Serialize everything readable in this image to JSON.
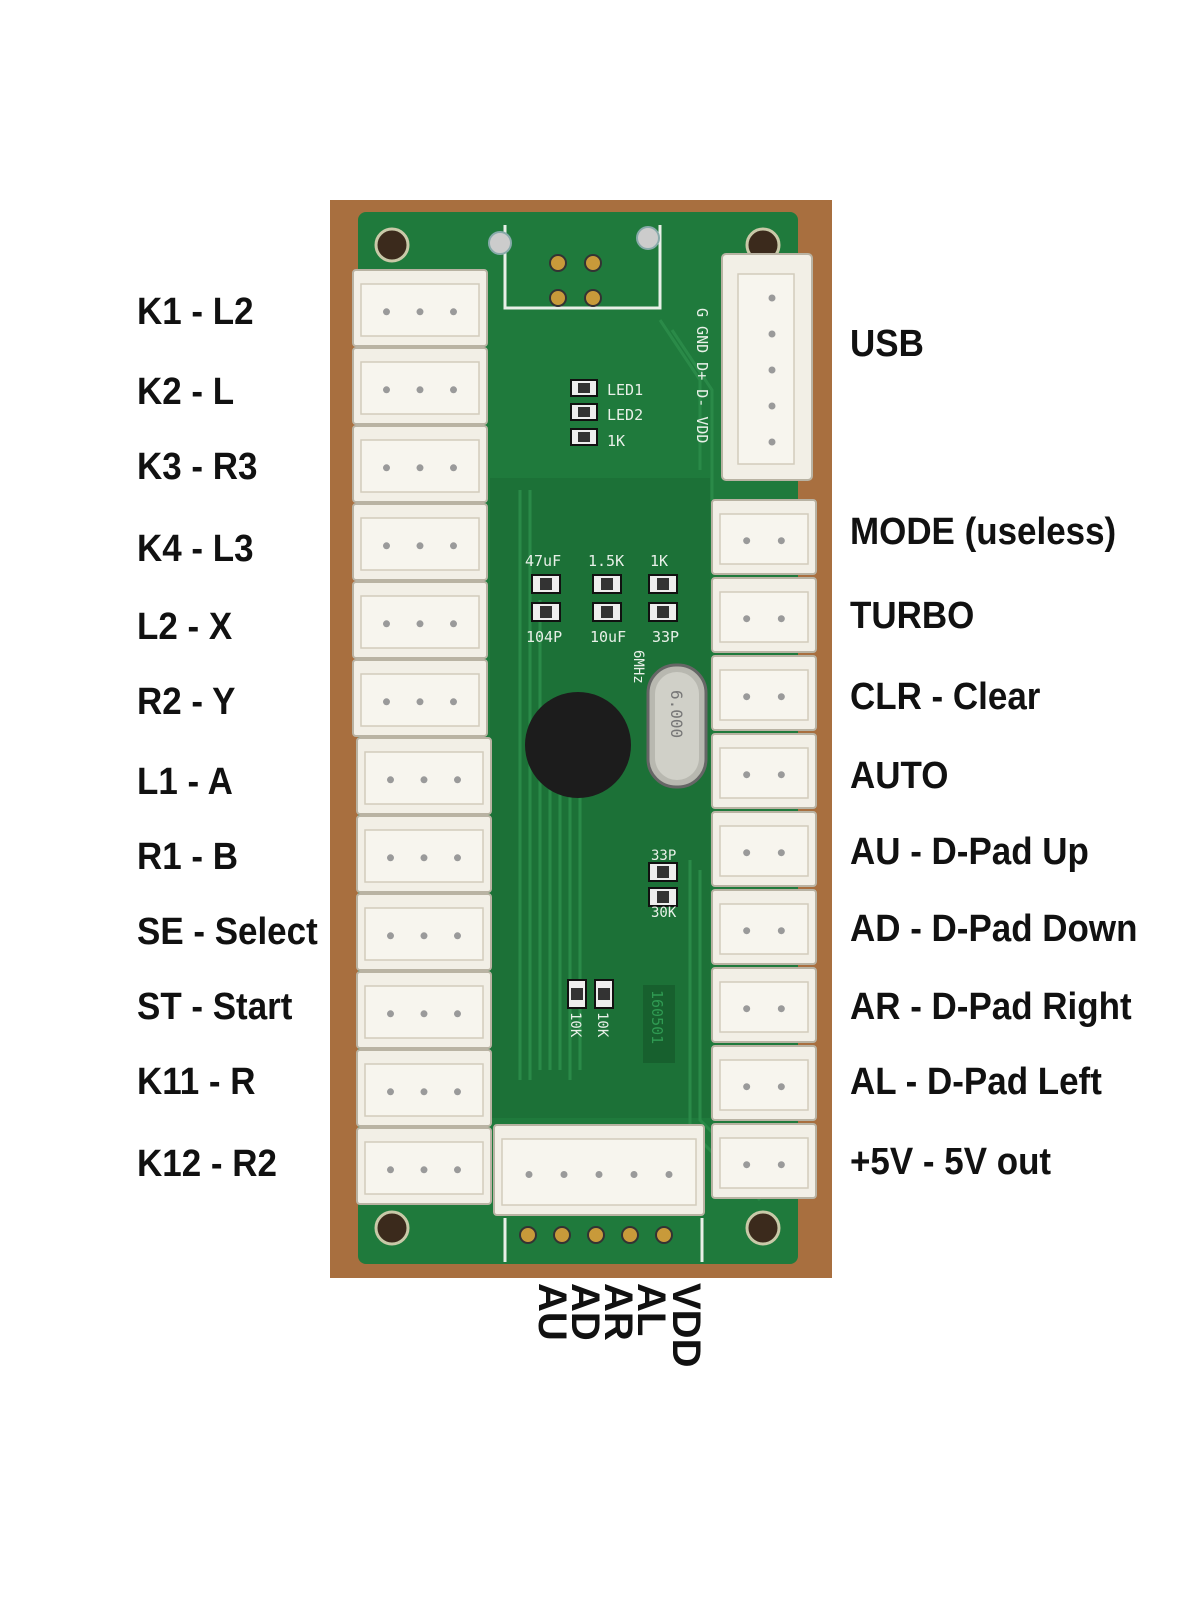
{
  "left_labels": [
    "K1 - L2",
    "K2 - L",
    "K3 - R3",
    "K4 - L3",
    "L2 - X",
    "R2 - Y",
    "L1 - A",
    "R1 - B",
    "SE - Select",
    "ST - Start",
    "K11 - R",
    "K12 - R2"
  ],
  "right_labels": [
    "USB",
    "MODE (useless)",
    "TURBO",
    "CLR - Clear",
    "AUTO",
    "AU - D-Pad Up",
    "AD - D-Pad Down",
    "AR - D-Pad Right",
    "AL - D-Pad Left",
    "+5V - 5V out"
  ],
  "bottom_labels": [
    "AU",
    "AD",
    "AR",
    "AL",
    "VDD"
  ],
  "silkscreen": {
    "usb_pins": "G GND D+ D- VDD",
    "led1": "LED1",
    "led2": "LED2",
    "r_1k_top": "1K",
    "cap_47uf": "47uF",
    "r_1_5k": "1.5K",
    "r_1k": "1K",
    "cap_104p": "104P",
    "cap_10uf": "10uF",
    "cap_33p": "33P",
    "crystal_freq": "6MHz",
    "crystal_text": "6.000",
    "cap_33p_2": "33P",
    "r_30k": "30K",
    "r_10k_a": "10K",
    "r_10k_b": "10K",
    "chip_code": "160501"
  },
  "colors": {
    "pcb": "#1f7a3c",
    "connector": "#f2efe6",
    "wood": "#a86f3f",
    "silk": "#e8f0e8"
  }
}
